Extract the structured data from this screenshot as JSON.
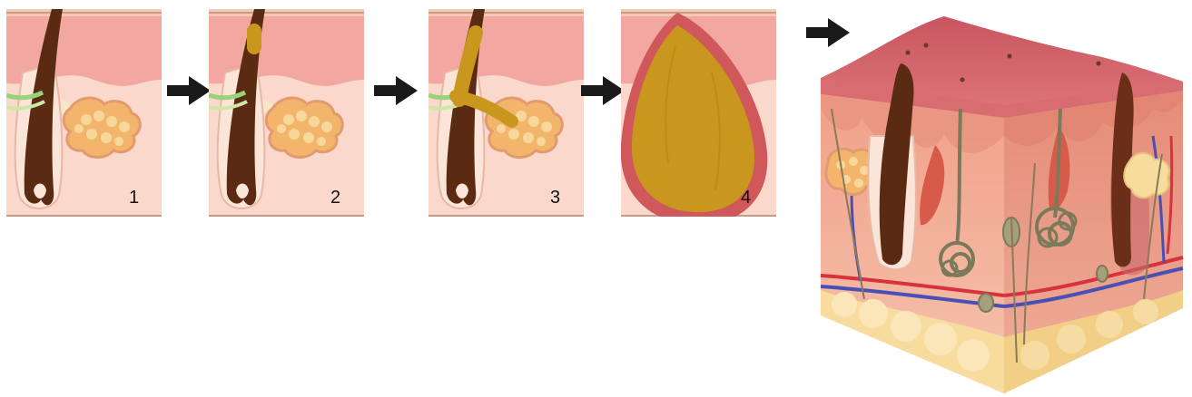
{
  "figure": {
    "panels": [
      {
        "id": "panel-1",
        "number": "1"
      },
      {
        "id": "panel-2",
        "number": "2"
      },
      {
        "id": "panel-3",
        "number": "3"
      },
      {
        "id": "panel-4",
        "number": "4"
      }
    ],
    "arrows_between_panels": 4,
    "final_illustration": "skin-cross-section-block",
    "colors": {
      "epidermis": "#f2a7a0",
      "dermis": "#fbd8cc",
      "surface_line": "#c89b88",
      "hair": "#5a2a12",
      "sebaceous_gland": "#f2b56b",
      "sebum_plug": "#c9961e",
      "cyst_wall": "#d0585b",
      "fat": "#f7dc9e",
      "artery": "#d8323c",
      "vein": "#4a4fb5",
      "arrow": "#1a1a1a"
    },
    "icons": [
      "arrow-right-icon"
    ]
  }
}
